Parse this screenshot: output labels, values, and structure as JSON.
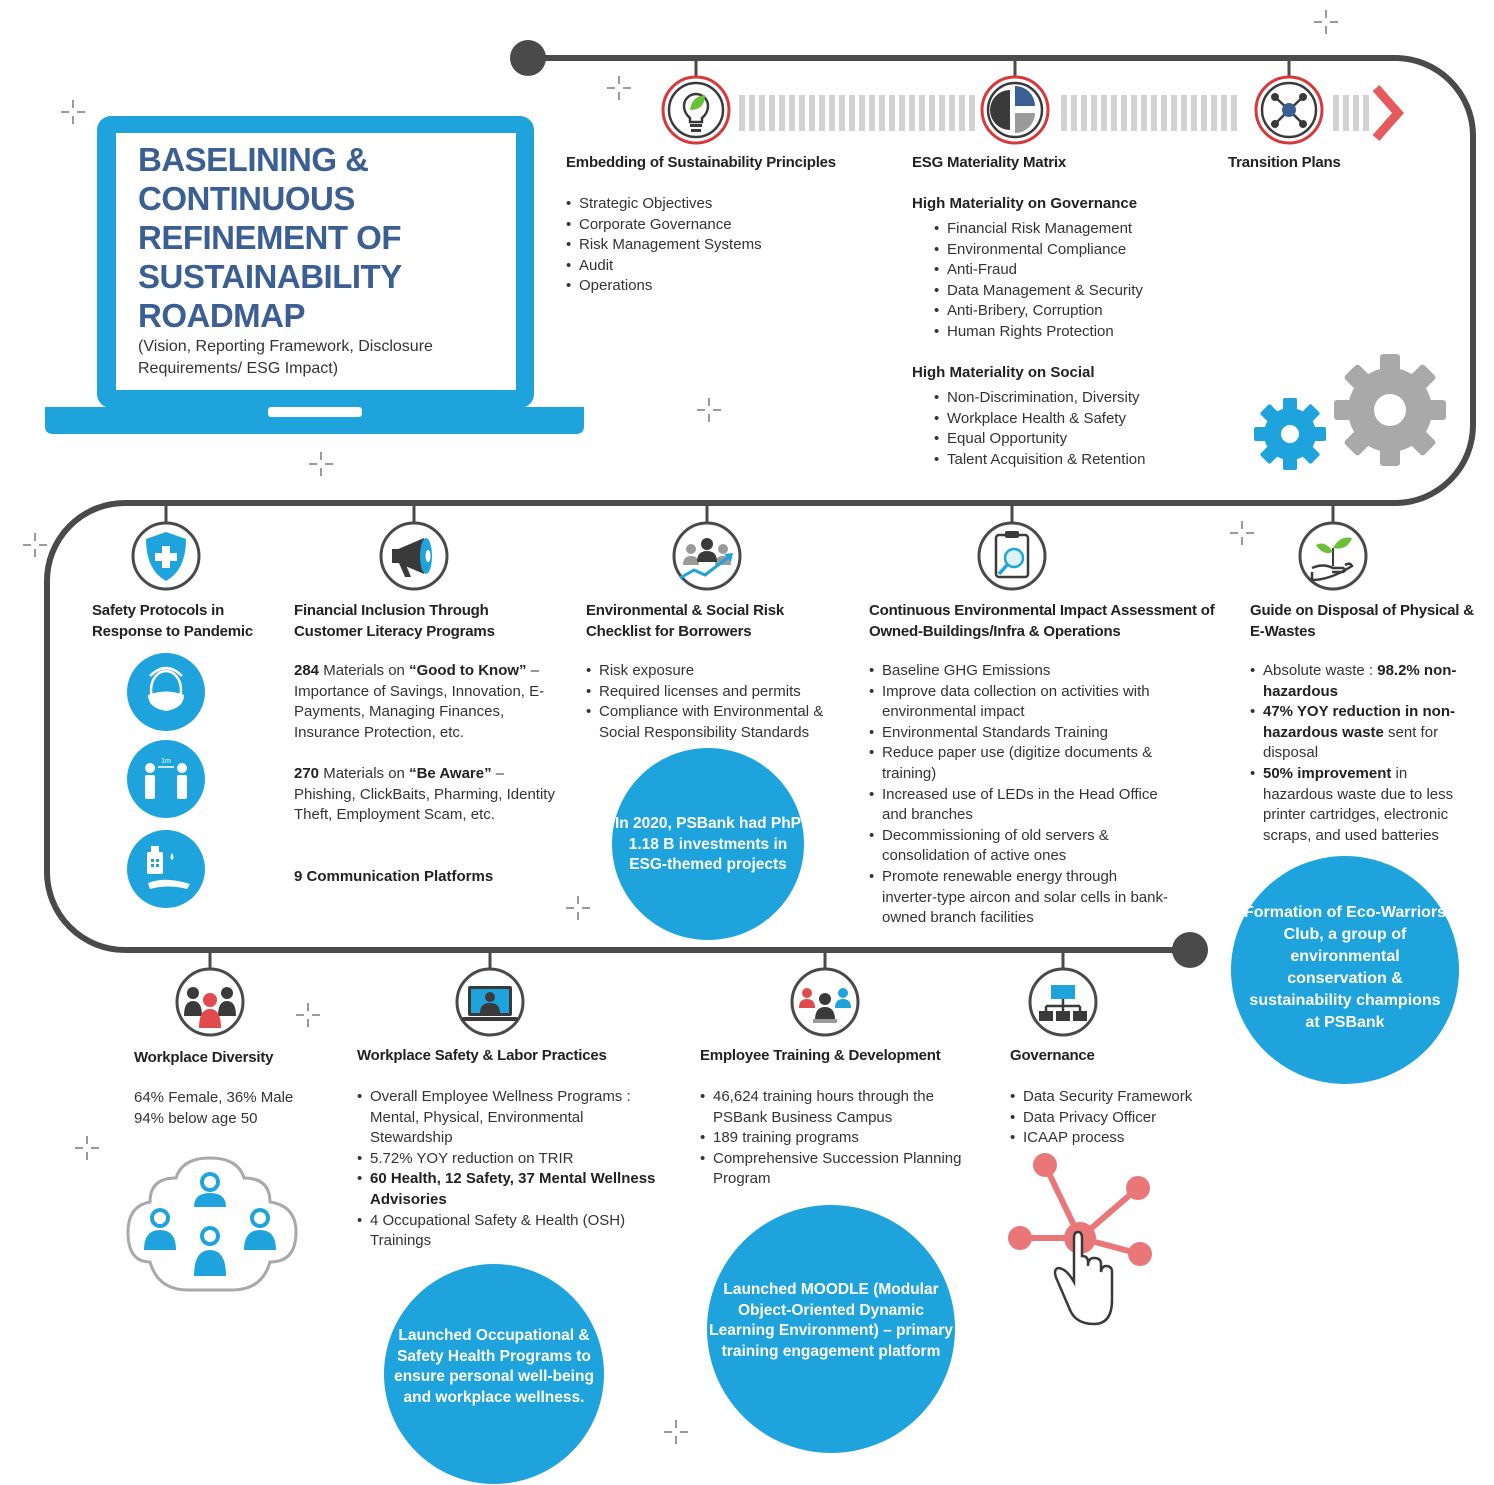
{
  "title": {
    "main": "BASELINING & CONTINUOUS REFINEMENT OF SUSTAINABILITY ROADMAP",
    "sub": "(Vision, Reporting Framework, Disclosure Requirements/ ESG Impact)"
  },
  "colors": {
    "blue": "#1fa3dc",
    "navy": "#3b5f93",
    "track": "#4a4a4a",
    "red": "#d9383a",
    "gray": "#a9a9a9",
    "pink": "#e9777a"
  },
  "row1": {
    "embedding": {
      "icon": "lightbulb-leaf-icon",
      "heading": "Embedding of Sustainability Principles",
      "items": [
        "Strategic Objectives",
        "Corporate Governance",
        "Risk Management Systems",
        "Audit",
        "Operations"
      ]
    },
    "esg": {
      "icon": "pie-chart-icon",
      "heading": "ESG Materiality Matrix",
      "gov_heading": "High Materiality on Governance",
      "gov_items": [
        "Financial Risk Management",
        "Environmental Compliance",
        "Anti-Fraud",
        "Data Management & Security",
        "Anti-Bribery, Corruption",
        "Human Rights Protection"
      ],
      "soc_heading": "High Materiality on Social",
      "soc_items": [
        "Non-Discrimination, Diversity",
        "Workplace Health & Safety",
        "Equal Opportunity",
        "Talent Acquisition & Retention"
      ]
    },
    "transition": {
      "icon": "network-gear-icon",
      "heading": "Transition Plans"
    }
  },
  "row2": {
    "safety": {
      "icon": "shield-cross-icon",
      "heading": "Safety Protocols in Response to Pandemic",
      "icons": [
        "face-mask-icon",
        "social-distancing-icon",
        "hand-sanitizer-icon"
      ],
      "distance_label": "1m"
    },
    "finance": {
      "icon": "megaphone-icon",
      "heading": "Financial Inclusion Through Customer Literacy Programs",
      "p1_count": "284",
      "p1_mid": " Materials on ",
      "p1_quote": "“Good to Know”",
      "p1_rest": " – Importance of Savings, Innovation, E-Payments, Managing Finances, Insurance Protection, etc.",
      "p2_count": "270",
      "p2_mid": " Materials on ",
      "p2_quote": "“Be Aware”",
      "p2_rest": " – Phishing, ClickBaits, Pharming, Identity Theft, Employment Scam, etc.",
      "p3": "9 Communication Platforms"
    },
    "risk": {
      "icon": "people-growth-chart-icon",
      "heading": "Environmental & Social Risk Checklist for Borrowers",
      "items": [
        "Risk exposure",
        "Required licenses and permits",
        "Compliance with Environmental & Social Responsibility Standards"
      ],
      "circle": "In 2020, PSBank had PhP 1.18 B investments in ESG-themed projects"
    },
    "assessment": {
      "icon": "clipboard-magnifier-icon",
      "heading": "Continuous Environmental Impact Assessment of Owned-Buildings/Infra & Operations",
      "items": [
        "Baseline GHG Emissions",
        "Improve data collection on activities with environmental impact",
        "Environmental Standards Training",
        "Reduce paper use (digitize documents & training)",
        "Increased use of LEDs in the Head Office and branches",
        "Decommissioning of old servers & consolidation of active ones",
        "Promote renewable energy through inverter-type aircon and solar cells in bank-owned branch facilities"
      ]
    },
    "disposal": {
      "icon": "hand-plant-icon",
      "heading": "Guide on Disposal of Physical & E-Wastes",
      "i1_a": "Absolute waste : ",
      "i1_b": "98.2% non-hazardous",
      "i2_a": "47% YOY reduction in non-hazardous waste",
      "i2_b": " sent for disposal",
      "i3_a": "50% improvement",
      "i3_b": " in hazardous waste due to less printer cartridges, electronic scraps, and used batteries",
      "circle": "Formation of Eco-Warriors Club, a group of environmental conservation & sustainability champions at PSBank"
    }
  },
  "row3": {
    "diversity": {
      "icon": "group-people-icon",
      "heading": "Workplace Diversity",
      "line1": "64% Female, 36% Male",
      "line2": "94% below age 50",
      "cluster_icon": "people-cluster-icon"
    },
    "labor": {
      "icon": "monitor-person-icon",
      "heading": "Workplace Safety & Labor Practices",
      "i1": "Overall Employee Wellness Programs : Mental, Physical, Environmental Stewardship",
      "i2": "5.72% YOY reduction on TRIR",
      "i3": "60 Health, 12 Safety, 37 Mental Wellness Advisories",
      "i4": "4 Occupational Safety & Health (OSH) Trainings",
      "circle": "Launched Occupational & Safety Health Programs to ensure personal well-being and workplace wellness."
    },
    "training": {
      "icon": "trainees-icon",
      "heading": "Employee Training & Development",
      "items": [
        "46,624 training hours through the PSBank Business Campus",
        "189 training programs",
        "Comprehensive Succession Planning Program"
      ],
      "circle": "Launched MOODLE (Modular Object-Oriented Dynamic Learning Environment) – primary training engagement platform"
    },
    "governance": {
      "icon": "org-chart-icon",
      "heading": "Governance",
      "items": [
        "Data Security Framework",
        "Data Privacy Officer",
        "ICAAP process"
      ],
      "touch_icon": "touch-network-icon"
    }
  }
}
